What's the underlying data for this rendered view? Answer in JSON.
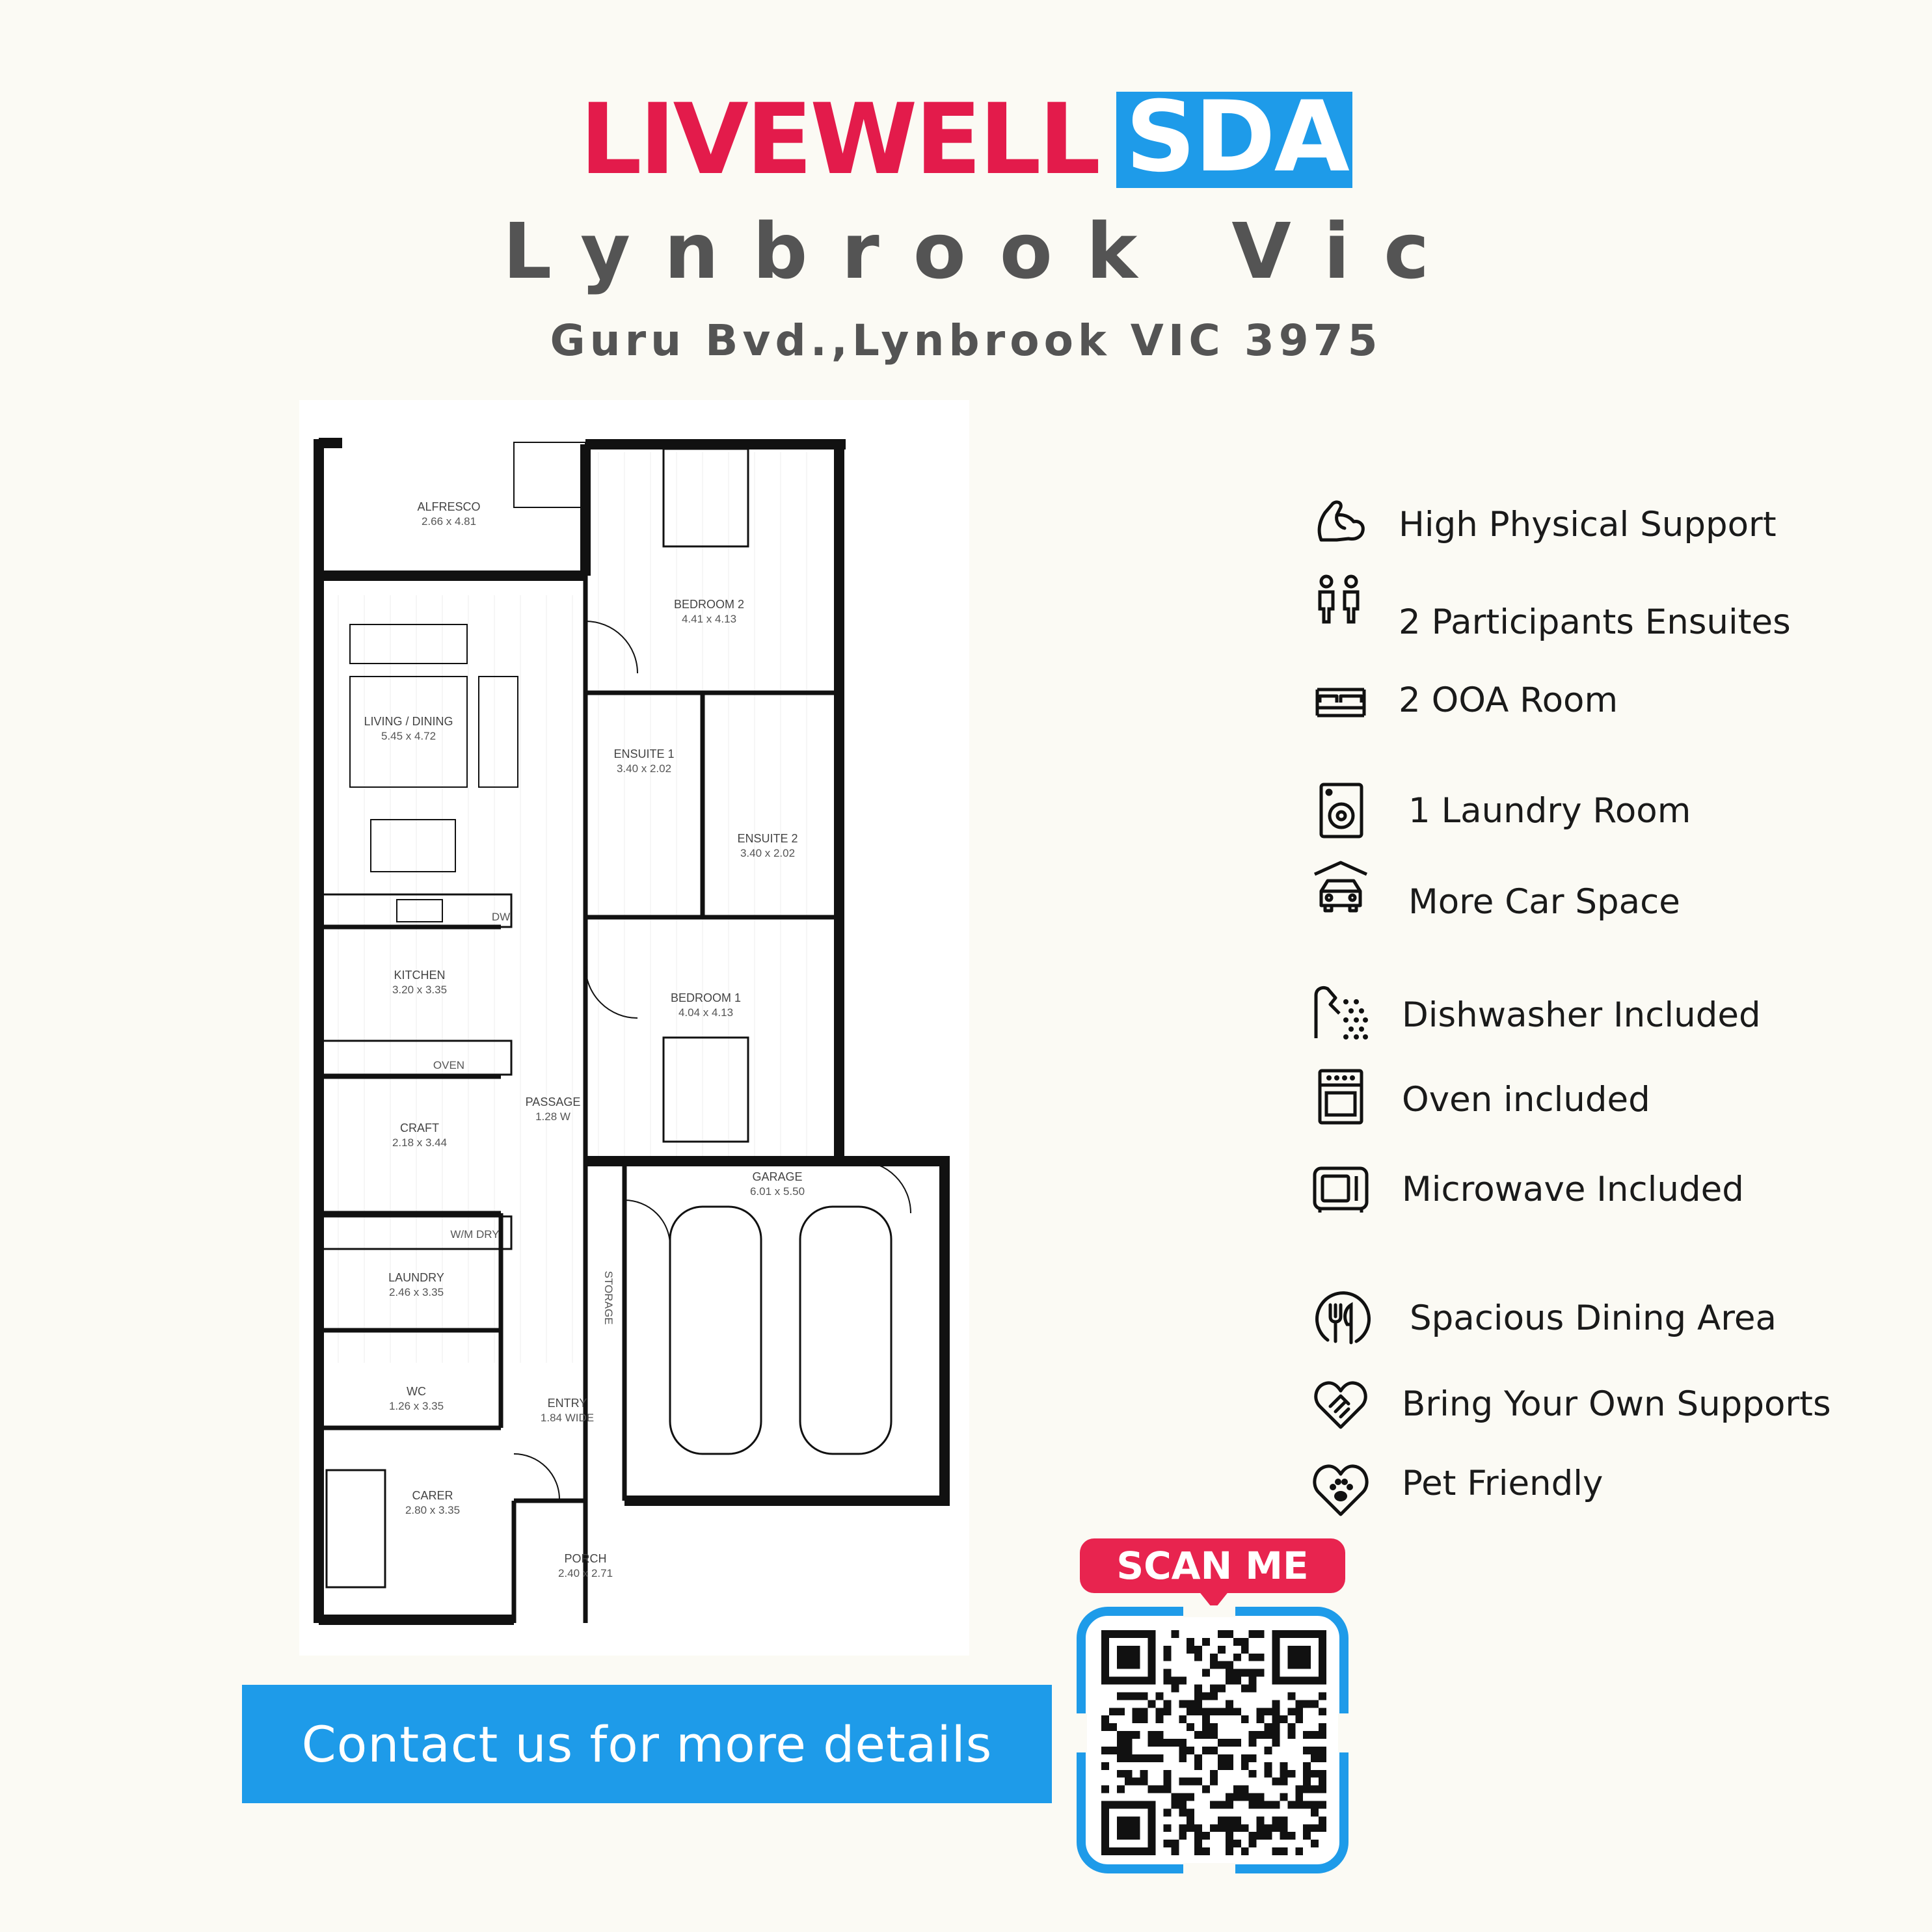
{
  "brand": {
    "name_part1": "LIVEWELL",
    "name_part2": "SDA",
    "red": "#E31B4B",
    "blue": "#1E9BE9"
  },
  "subtitle": "Lynbrook Vic",
  "address": "Guru Bvd.,Lynbrook VIC 3975",
  "floorplan": {
    "rooms": [
      {
        "key": "alfresco",
        "name": "ALFRESCO",
        "dims": "2.66 x 4.81"
      },
      {
        "key": "bedroom2",
        "name": "BEDROOM 2",
        "dims": "4.41 x 4.13"
      },
      {
        "key": "living",
        "name": "LIVING / DINING",
        "dims": "5.45 x 4.72"
      },
      {
        "key": "ensuite1",
        "name": "ENSUITE 1",
        "dims": "3.40 x 2.02"
      },
      {
        "key": "ensuite2",
        "name": "ENSUITE 2",
        "dims": "3.40 x 2.02"
      },
      {
        "key": "kitchen",
        "name": "KITCHEN",
        "dims": "3.20 x 3.35"
      },
      {
        "key": "bedroom1",
        "name": "BEDROOM 1",
        "dims": "4.04 x 4.13"
      },
      {
        "key": "passage",
        "name": "PASSAGE",
        "dims": "1.28 W"
      },
      {
        "key": "craft",
        "name": "CRAFT",
        "dims": "2.18 x 3.44"
      },
      {
        "key": "garage",
        "name": "GARAGE",
        "dims": "6.01 x 5.50"
      },
      {
        "key": "laundry",
        "name": "LAUNDRY",
        "dims": "2.46 x 3.35"
      },
      {
        "key": "wc",
        "name": "WC",
        "dims": "1.26 x 3.35"
      },
      {
        "key": "entry",
        "name": "ENTRY",
        "dims": "1.84 WIDE"
      },
      {
        "key": "carer",
        "name": "CARER",
        "dims": "2.80 x 3.35"
      },
      {
        "key": "porch",
        "name": "PORCH",
        "dims": "2.40 x 2.71"
      }
    ],
    "fixture_labels": {
      "dw": "DW",
      "oven": "OVEN",
      "wm_dry": "W/M  DRY",
      "storage": "STORAGE"
    }
  },
  "features": [
    {
      "label": "High Physical Support",
      "icon": "flexed-arm-icon"
    },
    {
      "label": "2 Participants Ensuites",
      "icon": "two-people-icon"
    },
    {
      "label": "2 OOA Room",
      "icon": "bed-icon"
    },
    {
      "label": "1 Laundry Room",
      "icon": "washing-machine-icon"
    },
    {
      "label": "More Car Space",
      "icon": "car-garage-icon"
    },
    {
      "label": "Dishwasher Included",
      "icon": "dishwasher-icon"
    },
    {
      "label": "Oven included",
      "icon": "oven-icon"
    },
    {
      "label": "Microwave Included",
      "icon": "microwave-icon"
    },
    {
      "label": "Spacious Dining Area",
      "icon": "fork-knife-plate-icon"
    },
    {
      "label": "Bring Your Own Supports",
      "icon": "handshake-heart-icon"
    },
    {
      "label": "Pet Friendly",
      "icon": "paw-heart-icon"
    }
  ],
  "cta": "Contact us for more details",
  "scan_me": "SCAN ME"
}
